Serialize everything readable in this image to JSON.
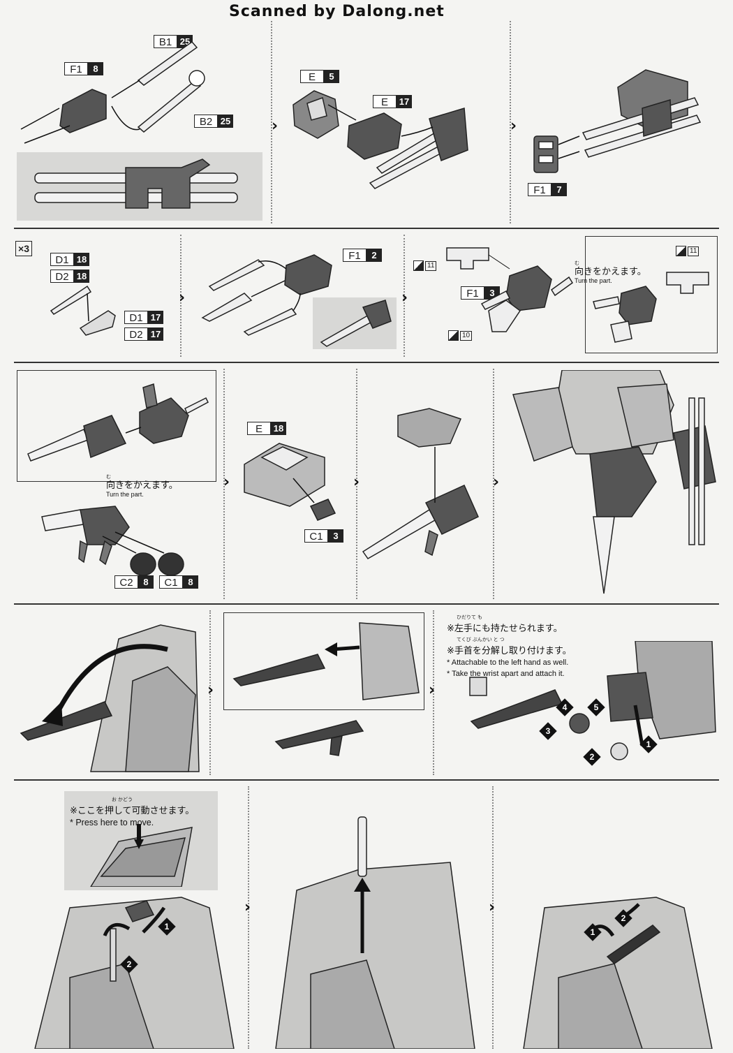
{
  "watermark": "Scanned by Dalong.net",
  "chevron": "›",
  "multiplier": "×3",
  "row1": {
    "parts": [
      {
        "label": "B1",
        "num": "25"
      },
      {
        "label": "F1",
        "num": "8"
      },
      {
        "label": "B2",
        "num": "25"
      },
      {
        "label": "E",
        "num": "5"
      },
      {
        "label": "E",
        "num": "17"
      },
      {
        "label": "F1",
        "num": "7"
      }
    ]
  },
  "row2": {
    "parts": [
      {
        "label": "D1",
        "num": "18"
      },
      {
        "label": "D2",
        "num": "18"
      },
      {
        "label": "D1",
        "num": "17"
      },
      {
        "label": "D2",
        "num": "17"
      },
      {
        "label": "F1",
        "num": "2"
      },
      {
        "label": "F1",
        "num": "3"
      }
    ],
    "stickers": [
      "11",
      "10",
      "11"
    ],
    "turn_jp": "向きをかえます。",
    "turn_ruby": "む",
    "turn_en": "Turn the part."
  },
  "row3": {
    "parts": [
      {
        "label": "E",
        "num": "18"
      },
      {
        "label": "C1",
        "num": "3"
      },
      {
        "label": "C2",
        "num": "8"
      },
      {
        "label": "C1",
        "num": "8"
      }
    ],
    "turn_jp": "向きをかえます。",
    "turn_ruby": "む",
    "turn_en": "Turn the part."
  },
  "row4": {
    "note1_jp": "※左手にも持たせられます。",
    "note1_ruby": "ひだりて も",
    "note2_jp": "※手首を分解し取り付けます。",
    "note2_ruby": "てくび ぶんかい と つ",
    "note1_en": "* Attachable to the left hand as well.",
    "note2_en": "* Take the wrist apart and attach it.",
    "steps": [
      "1",
      "2",
      "3",
      "4",
      "5"
    ]
  },
  "row5": {
    "note_jp": "※ここを押して可動させます。",
    "note_ruby": "お かどう",
    "note_en": "* Press here to move.",
    "steps_a": [
      "1",
      "2"
    ],
    "steps_c": [
      "1",
      "2"
    ]
  }
}
